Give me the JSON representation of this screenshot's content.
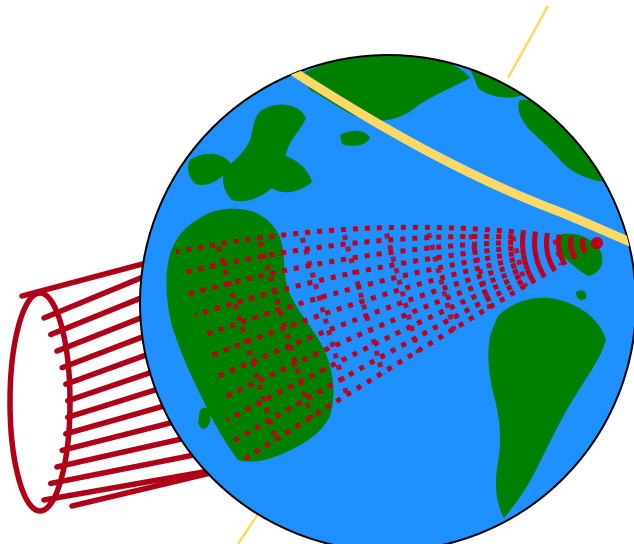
{
  "diagram": {
    "colors": {
      "ocean": "#1e90ff",
      "land": "#008000",
      "outline": "#000000",
      "axis_line": "#ffd966",
      "beam": "#b00018",
      "background": "#ffffff"
    },
    "elements": {
      "globe": "globe",
      "tilted_axis": "line",
      "highlighted_band": "arc",
      "emitter": "cylinder",
      "fan": "dotted-lines"
    }
  }
}
